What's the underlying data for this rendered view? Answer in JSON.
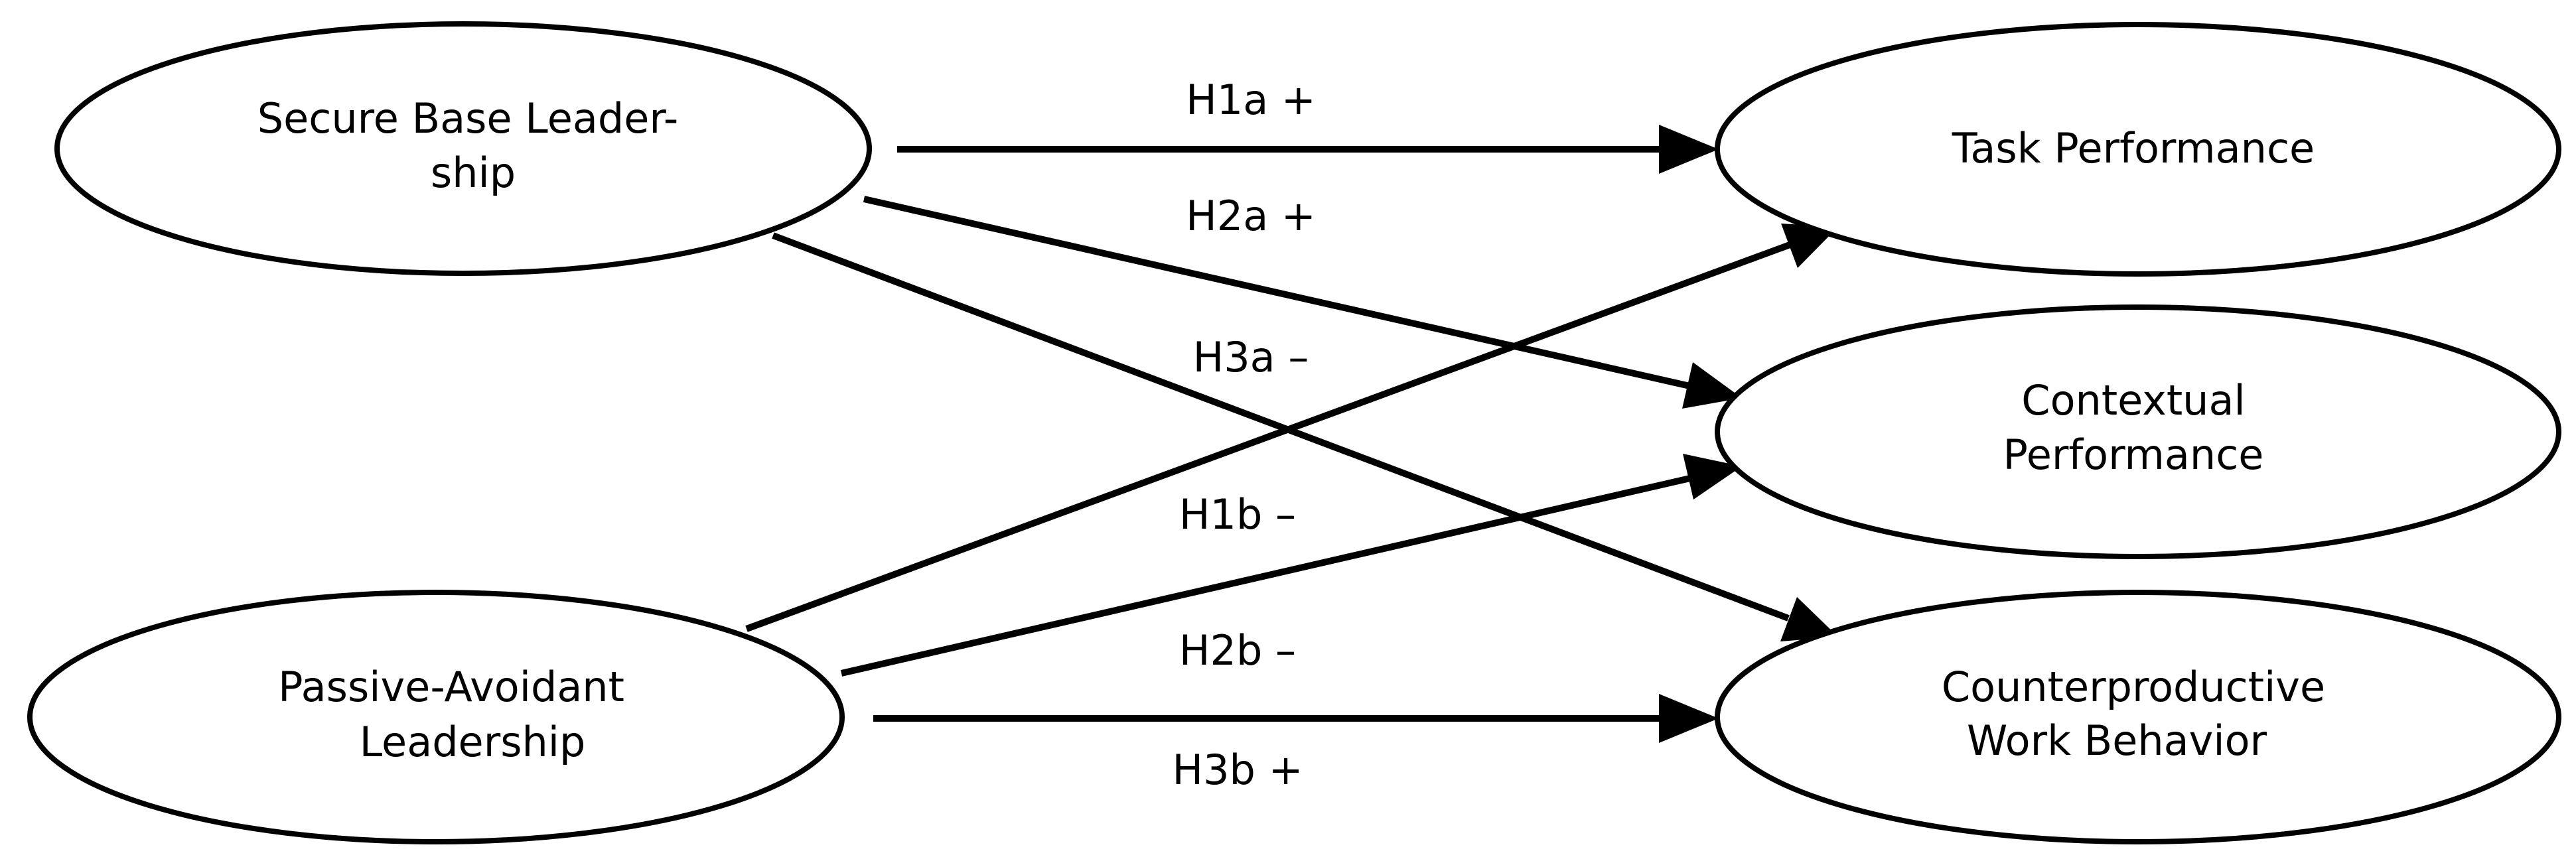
{
  "nodes": {
    "secure_base": {
      "label_line1": "Secure Base Leader-",
      "label_line2": "ship"
    },
    "passive_avoidant": {
      "label_line1": "Passive-Avoidant",
      "label_line2": "Leadership"
    },
    "task_performance": {
      "label_line1": "Task Performance"
    },
    "contextual_performance": {
      "label_line1": "Contextual",
      "label_line2": "Performance"
    },
    "counterproductive": {
      "label_line1": "Counterproductive",
      "label_line2": "Work Behavior"
    }
  },
  "edges": {
    "h1a": {
      "label": "H1a +"
    },
    "h2a": {
      "label": "H2a +"
    },
    "h3a": {
      "label": "H3a –"
    },
    "h1b": {
      "label": "H1b –"
    },
    "h2b": {
      "label": "H2b –"
    },
    "h3b": {
      "label": "H3b +"
    }
  },
  "colors": {
    "stroke": "#000000",
    "background": "#ffffff"
  }
}
